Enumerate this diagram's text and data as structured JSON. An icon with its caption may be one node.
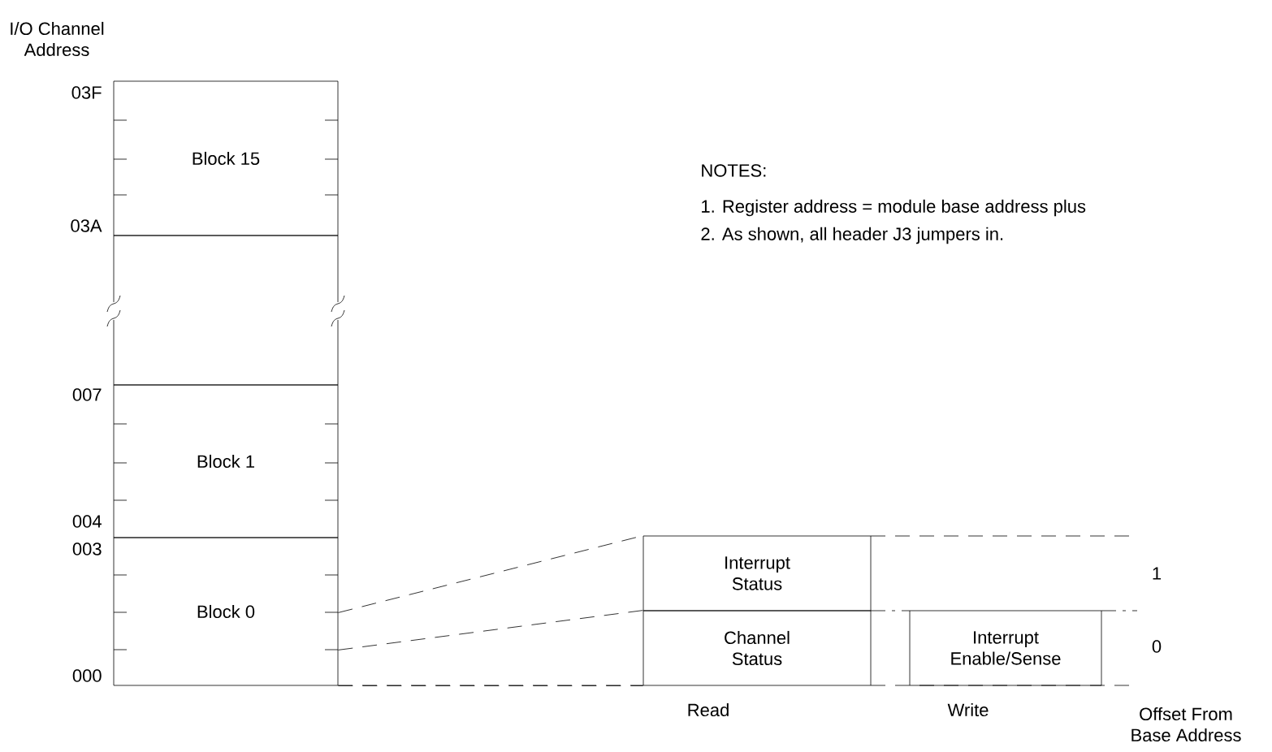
{
  "diagram": {
    "nodes": [
      {
        "text": [
          "Block 15"
        ]
      },
      {
        "text": [],
        "shape": "box"
      },
      {
        "text": [
          "Block 1"
        ]
      },
      {
        "text": [
          "Block 0"
        ]
      },
      {
        "text": [
          "Interrupt Status"
        ]
      },
      {
        "text": [
          "Channel Status"
        ]
      },
      {
        "text": [
          "Interrupt Enable/Sense"
        ]
      }
    ],
    "edges": [
      {
        "from": 3,
        "to": 4,
        "arrow": "none",
        "style": "dashed"
      },
      {
        "from": 3,
        "to": 5,
        "arrow": "none",
        "style": "dashed"
      },
      {
        "from": 3,
        "to": 5,
        "arrow": "none",
        "style": "dashed"
      }
    ],
    "labels": [
      "I/O Channel Address",
      "03F",
      "03A",
      "NOTES:",
      "1. Register address = module base address plus",
      "2. As shown, all header J3 jumpers in.",
      "007",
      "004",
      "003",
      "1",
      "0",
      "000",
      "Read",
      "Write",
      "Offset From Base Address"
    ]
  }
}
